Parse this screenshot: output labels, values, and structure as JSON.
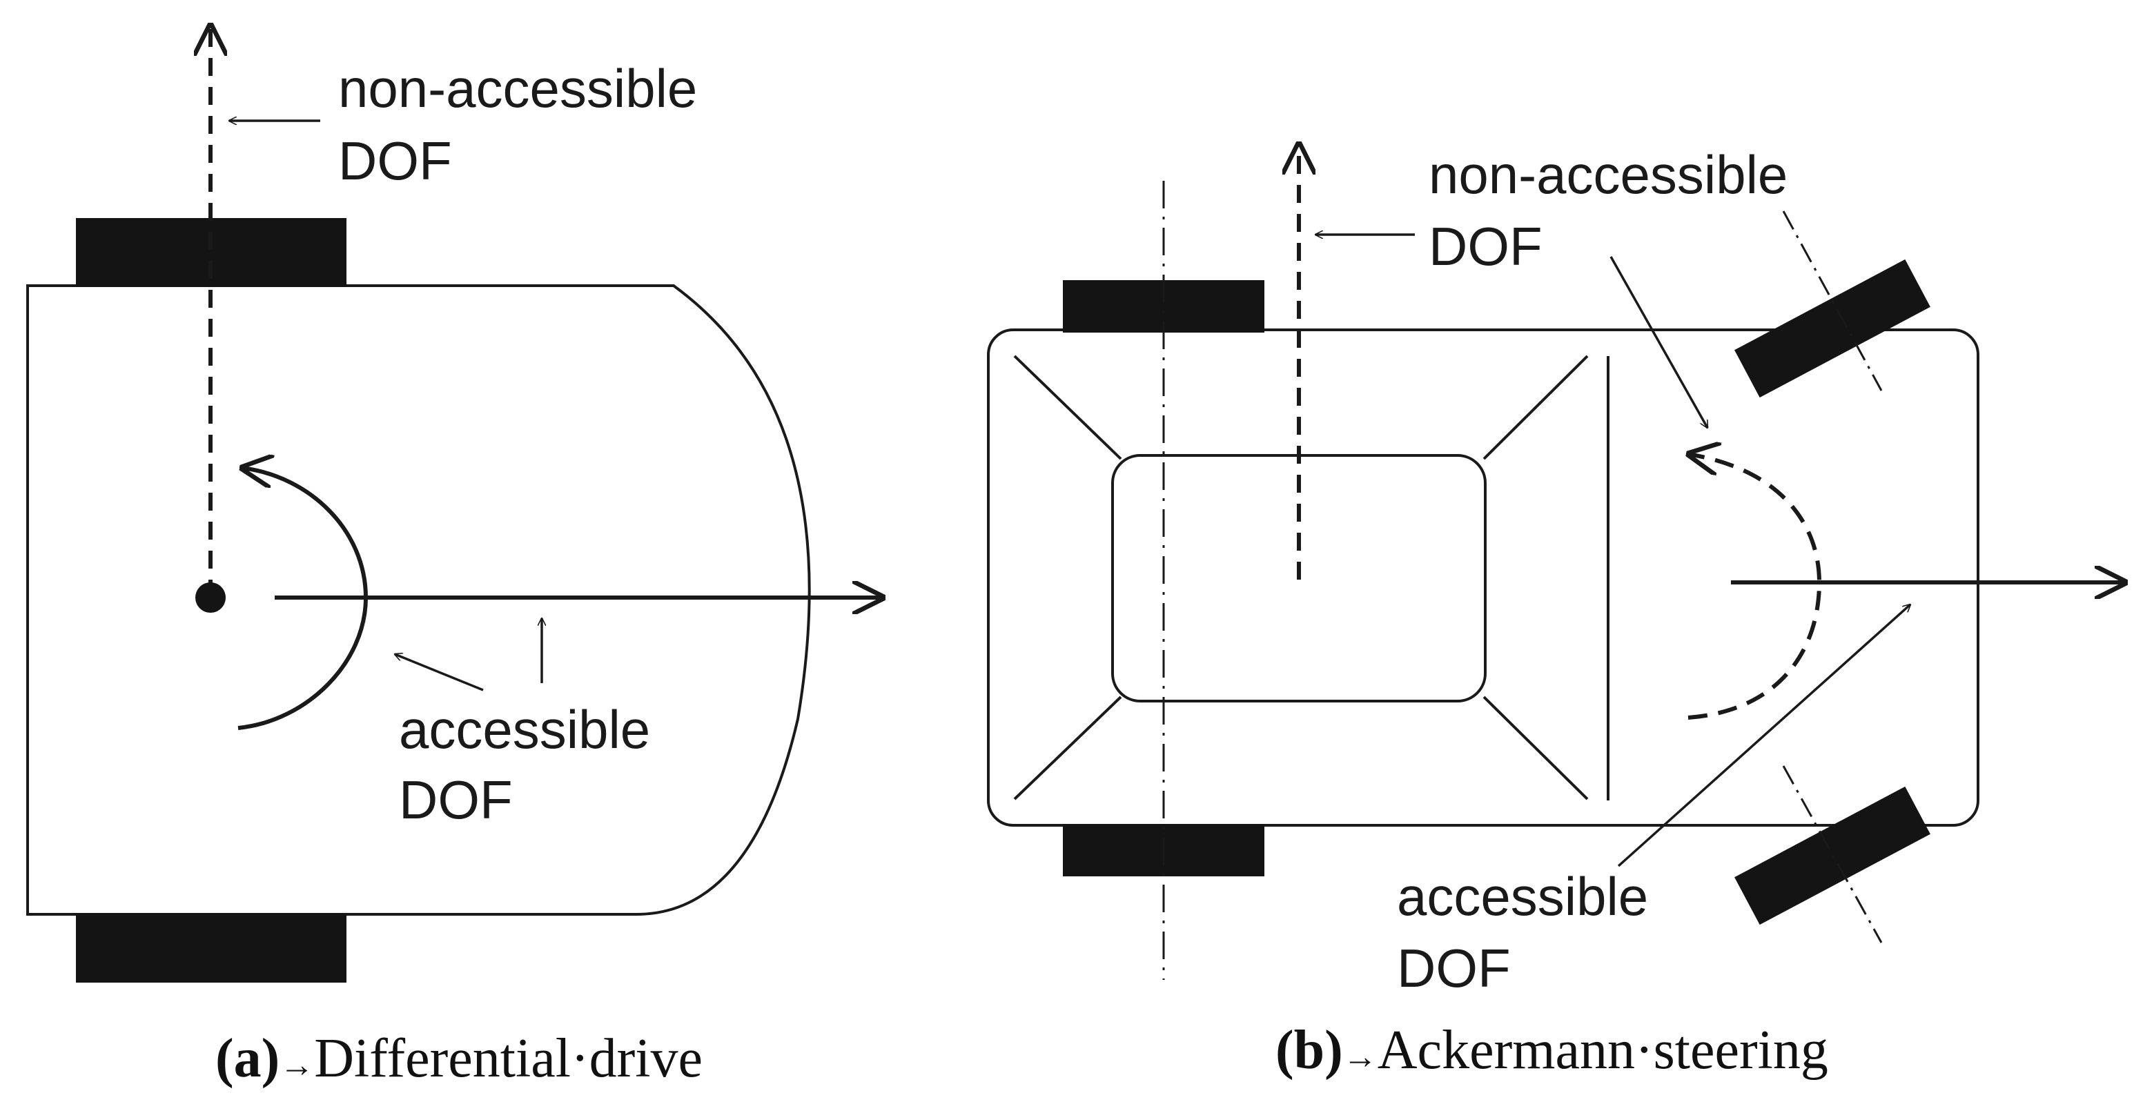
{
  "panel_a": {
    "label_top": [
      "non-accessible",
      "DOF"
    ],
    "label_bottom": [
      "accessible",
      "DOF"
    ],
    "caption_letter": "(a)",
    "caption_arrow": "→",
    "caption_text": "Differential·drive"
  },
  "panel_b": {
    "label_top": [
      "non-accessible",
      "DOF"
    ],
    "label_bottom": [
      "accessible",
      "DOF"
    ],
    "caption_letter": "(b)",
    "caption_arrow": "→",
    "caption_text": "Ackermann·steering"
  },
  "colors": {
    "ink": "#1a1a1a",
    "wheel": "#141414",
    "background": "#ffffff"
  }
}
